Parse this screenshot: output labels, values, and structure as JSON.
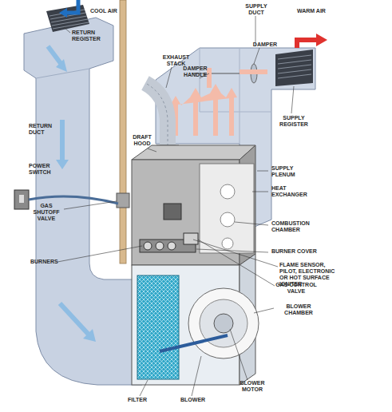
{
  "diagram": {
    "labels": [
      "COOL AIR",
      "RETURN REGISTER",
      "EXHAUST STACK",
      "SUPPLY DUCT",
      "WARM AIR",
      "DAMPER",
      "DAMPER HANDLE",
      "SUPPLY REGISTER",
      "DRAFT HOOD",
      "RETURN DUCT",
      "POWER SWITCH",
      "SUPPLY PLENUM",
      "HEAT EXCHANGER",
      "GAS SHUTOFF VALVE",
      "COMBUSTION CHAMBER",
      "BURNERS",
      "BURNER COVER",
      "FLAME SENSOR, PILOT, ELECTRONIC OR HOT SURFACE IGNITER",
      "GAS CONTROL VALVE",
      "BLOWER CHAMBER",
      "FILTER",
      "BLOWER",
      "BLOWER MOTOR"
    ]
  }
}
